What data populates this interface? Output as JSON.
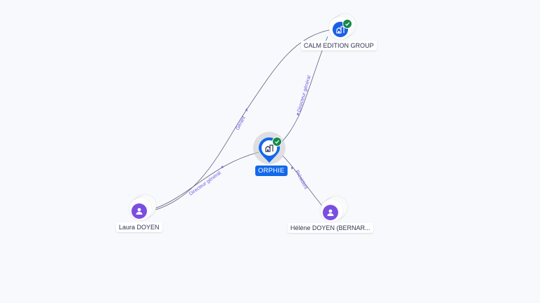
{
  "colors": {
    "background": "#f8f9fd",
    "company_blue": "#1a5fe6",
    "main_blue": "#1268ea",
    "person_purple": "#7a4fe0",
    "check_green": "#168a4a",
    "edge_line": "#5a5f7a",
    "edge_label": "#6b5fe0"
  },
  "nodes": {
    "main": {
      "label": "ORPHIE",
      "type": "company",
      "icon": "building-icon",
      "verified": true
    },
    "calm_edition": {
      "label": "CALM EDITION GROUP",
      "type": "company",
      "icon": "building-icon",
      "verified": true
    },
    "laura": {
      "label": "Laura DOYEN",
      "type": "person",
      "icon": "person-icon"
    },
    "helene": {
      "label": "Hélène DOYEN (BERNAR...",
      "type": "person",
      "icon": "person-icon"
    }
  },
  "edges": [
    {
      "from": "Laura DOYEN",
      "to": "CALM EDITION GROUP",
      "label": "Gérant"
    },
    {
      "from": "Laura DOYEN",
      "to": "ORPHIE",
      "label": "Directeur général"
    },
    {
      "from": "CALM EDITION GROUP",
      "to": "ORPHIE",
      "label": "Directeur général"
    },
    {
      "from": "Hélène DOYEN (BERNAR...",
      "to": "ORPHIE",
      "label": "Président"
    }
  ]
}
